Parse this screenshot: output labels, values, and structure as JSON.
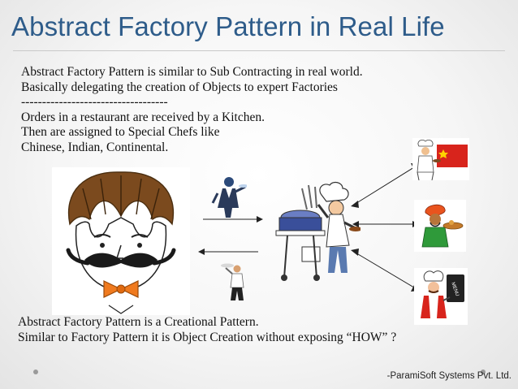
{
  "slide": {
    "title": "Abstract Factory Pattern in Real Life",
    "intro_lines": [
      "Abstract Factory Pattern is similar to Sub Contracting in real world.",
      "Basically delegating the creation of Objects to expert Factories",
      "-----------------------------------",
      "Orders in a restaurant are received by a Kitchen.",
      "Then are assigned to Special Chefs like",
      "Chinese, Indian, Continental."
    ],
    "summary_lines": [
      "Abstract Factory Pattern is a Creational Pattern.",
      "Similar to Factory Pattern it is Object Creation without exposing “HOW” ?"
    ],
    "credit": "-ParamiSoft Systems Pvt. Ltd.",
    "chef_hat_label": "MENU"
  },
  "colors": {
    "title": "#2e5c8a",
    "text": "#111111",
    "china_flag": "#d8241c",
    "bow_tie": "#f07a1e"
  },
  "icons": [
    "customer-cartoon",
    "waiter-icon",
    "waiter-serving-icon",
    "grill-chef-icon",
    "chinese-chef-icon",
    "indian-chef-icon",
    "continental-chef-icon"
  ]
}
